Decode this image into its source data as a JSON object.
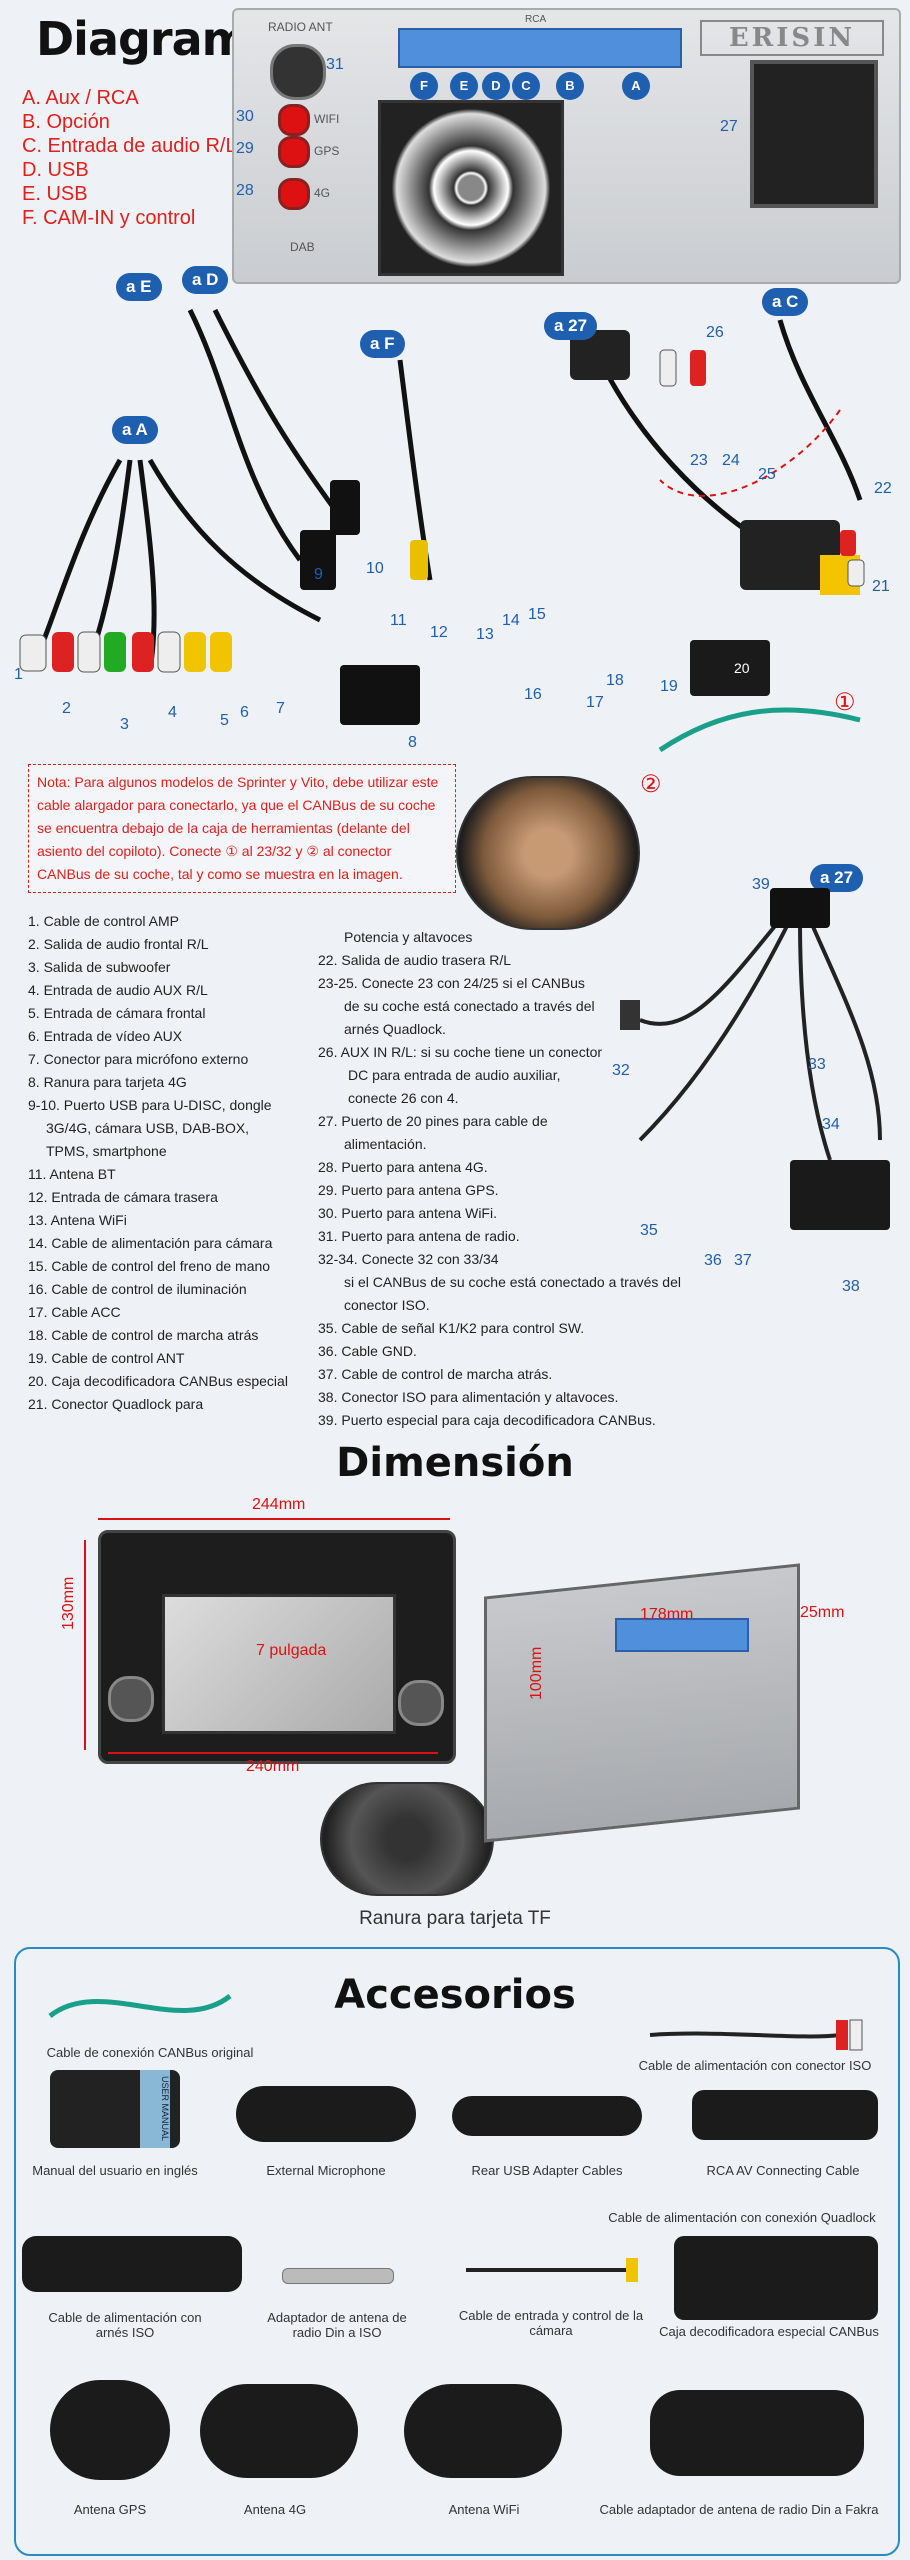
{
  "header": {
    "title": "Diagrama",
    "legend": [
      "A. Aux / RCA",
      "B. Opción",
      "C. Entrada de audio R/L",
      "D. USB",
      "E. USB",
      "F. CAM-IN y control"
    ]
  },
  "radio_back": {
    "radio_ant_label": "RADIO ANT",
    "rca_label": "RCA",
    "brand": "ERISIN",
    "ports": [
      "WIFI",
      "GPS",
      "4G"
    ],
    "dab_label": "DAB",
    "port_numbers": [
      "31",
      "30",
      "29",
      "28",
      "27"
    ],
    "letters": [
      "F",
      "E",
      "D",
      "C",
      "B",
      "A"
    ]
  },
  "harness": {
    "group_badges": [
      "a E",
      "a D",
      "a F",
      "a 27",
      "a C",
      "a A",
      "a 27"
    ],
    "numbers": [
      "1",
      "2",
      "3",
      "4",
      "5",
      "6",
      "7",
      "8",
      "9",
      "10",
      "11",
      "12",
      "13",
      "14",
      "15",
      "16",
      "17",
      "18",
      "19",
      "20",
      "21",
      "22",
      "23",
      "24",
      "25",
      "26",
      "32",
      "33",
      "34",
      "35",
      "36",
      "37",
      "38",
      "39"
    ],
    "circle_marks": [
      "①",
      "②"
    ]
  },
  "note": "Nota: Para algunos modelos de Sprinter y Vito, debe utilizar este cable alargador para conectarlo, ya que el CANBus de su coche se encuentra debajo de la caja de herramientas (delante del asiento del copiloto). Conecte ① al 23/32 y ② al conector CANBus de su coche, tal y como se muestra en la imagen.",
  "list_left": [
    "1. Cable de control AMP",
    "2. Salida de audio frontal R/L",
    "3. Salida de subwoofer",
    "4. Entrada de audio AUX R/L",
    "5. Entrada de cámara frontal",
    "6. Entrada de vídeo AUX",
    "7. Conector para micrófono externo",
    "8. Ranura para tarjeta 4G",
    "9-10. Puerto USB para U-DISC, dongle",
    "3G/4G, cámara USB, DAB-BOX,",
    "TPMS, smartphone",
    "11. Antena BT",
    "12. Entrada de cámara trasera",
    "13. Antena WiFi",
    "14. Cable de alimentación para cámara",
    "15. Cable de control del freno de mano",
    "16. Cable de control de iluminación",
    "17. Cable ACC",
    "18. Cable de control de marcha atrás",
    "19. Cable de control ANT",
    "20. Caja decodificadora CANBus especial",
    "21. Conector Quadlock para"
  ],
  "list_right": [
    "Potencia y altavoces",
    "22. Salida de audio trasera R/L",
    "23-25. Conecte 23 con 24/25 si el CANBus",
    "de su coche está conectado a través del",
    "arnés Quadlock.",
    "26. AUX IN R/L: si su coche tiene un conector",
    "DC para entrada de audio auxiliar,",
    "conecte 26 con 4.",
    "27. Puerto de 20 pines para cable de",
    "alimentación.",
    "28. Puerto para antena 4G.",
    "29. Puerto para antena GPS.",
    "30. Puerto para antena WiFi.",
    "31. Puerto para antena de radio.",
    "32-34. Conecte 32 con 33/34",
    "si el CANBus de su coche está conectado a través del",
    "conector ISO.",
    "35. Cable de señal K1/K2 para control SW.",
    "36. Cable GND.",
    "37. Cable de control de marcha atrás.",
    "38. Conector ISO para alimentación y altavoces.",
    "39. Puerto especial para caja decodificadora CANBus."
  ],
  "dimension": {
    "title": "Dimensión",
    "width_top": "244mm",
    "height_left": "130mm",
    "screen": "7 pulgada",
    "width_bottom": "240mm",
    "depth": "178mm",
    "height_back": "100mm",
    "side": "25mm",
    "tf_caption": "Ranura para tarjeta TF"
  },
  "accessories": {
    "title": "Accesorios",
    "manual_text": "USER MANUAL",
    "items": [
      "Cable de conexión CANBus original",
      "Cable de alimentación con conector ISO",
      "Manual del usuario en inglés",
      "External Microphone",
      "Rear USB Adapter Cables",
      "RCA AV Connecting Cable",
      "Cable de alimentación con conexión Quadlock",
      "Cable de alimentación con arnés ISO",
      "Adaptador de antena de radio Din a ISO",
      "Cable de entrada y control de la cámara",
      "Caja decodificadora especial CANBus",
      "Antena GPS",
      "Antena 4G",
      "Antena WiFi",
      "Cable adaptador de antena de radio Din a Fakra"
    ]
  },
  "colors": {
    "legend_red": "#e0201c",
    "badge_blue": "#1f5fb0",
    "frame_blue": "#2a8bc0",
    "connector_blue": "#4f8fdc"
  }
}
